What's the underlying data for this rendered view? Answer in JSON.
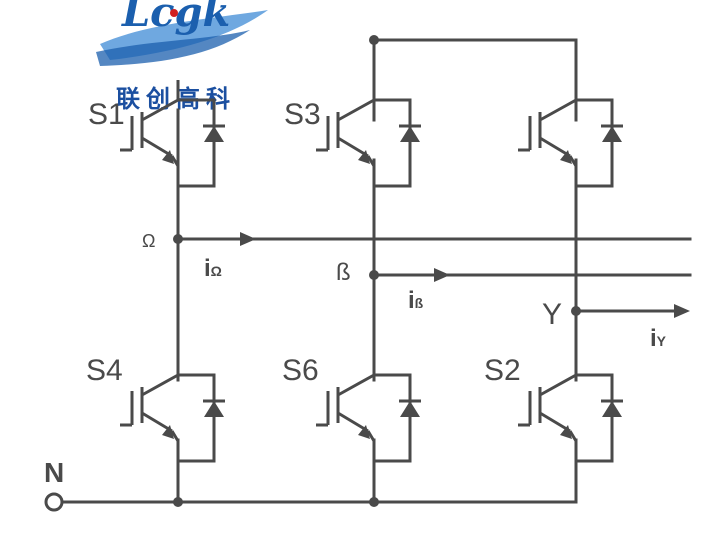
{
  "logo": {
    "brand": "Lcgk",
    "company_cn": "联创高科",
    "colors": {
      "blue": "#1b5fae",
      "light_blue": "#6fa8e0",
      "red": "#d02020",
      "cn_text": "#1b4fa0"
    }
  },
  "switches": {
    "s1": "S1",
    "s3": "S3",
    "s5": "",
    "s4": "S4",
    "s6": "S6",
    "s2": "S2"
  },
  "nodes": {
    "alpha": "Ω",
    "beta": "ß",
    "gamma": "Y",
    "neutral": "N"
  },
  "currents": {
    "alpha": {
      "main": "i",
      "sub": "Ω"
    },
    "beta": {
      "main": "i",
      "sub": "ß"
    },
    "gamma": {
      "main": "i",
      "sub": "Y"
    }
  },
  "colors": {
    "wire": "#4a4a4a",
    "background": "#ffffff"
  }
}
